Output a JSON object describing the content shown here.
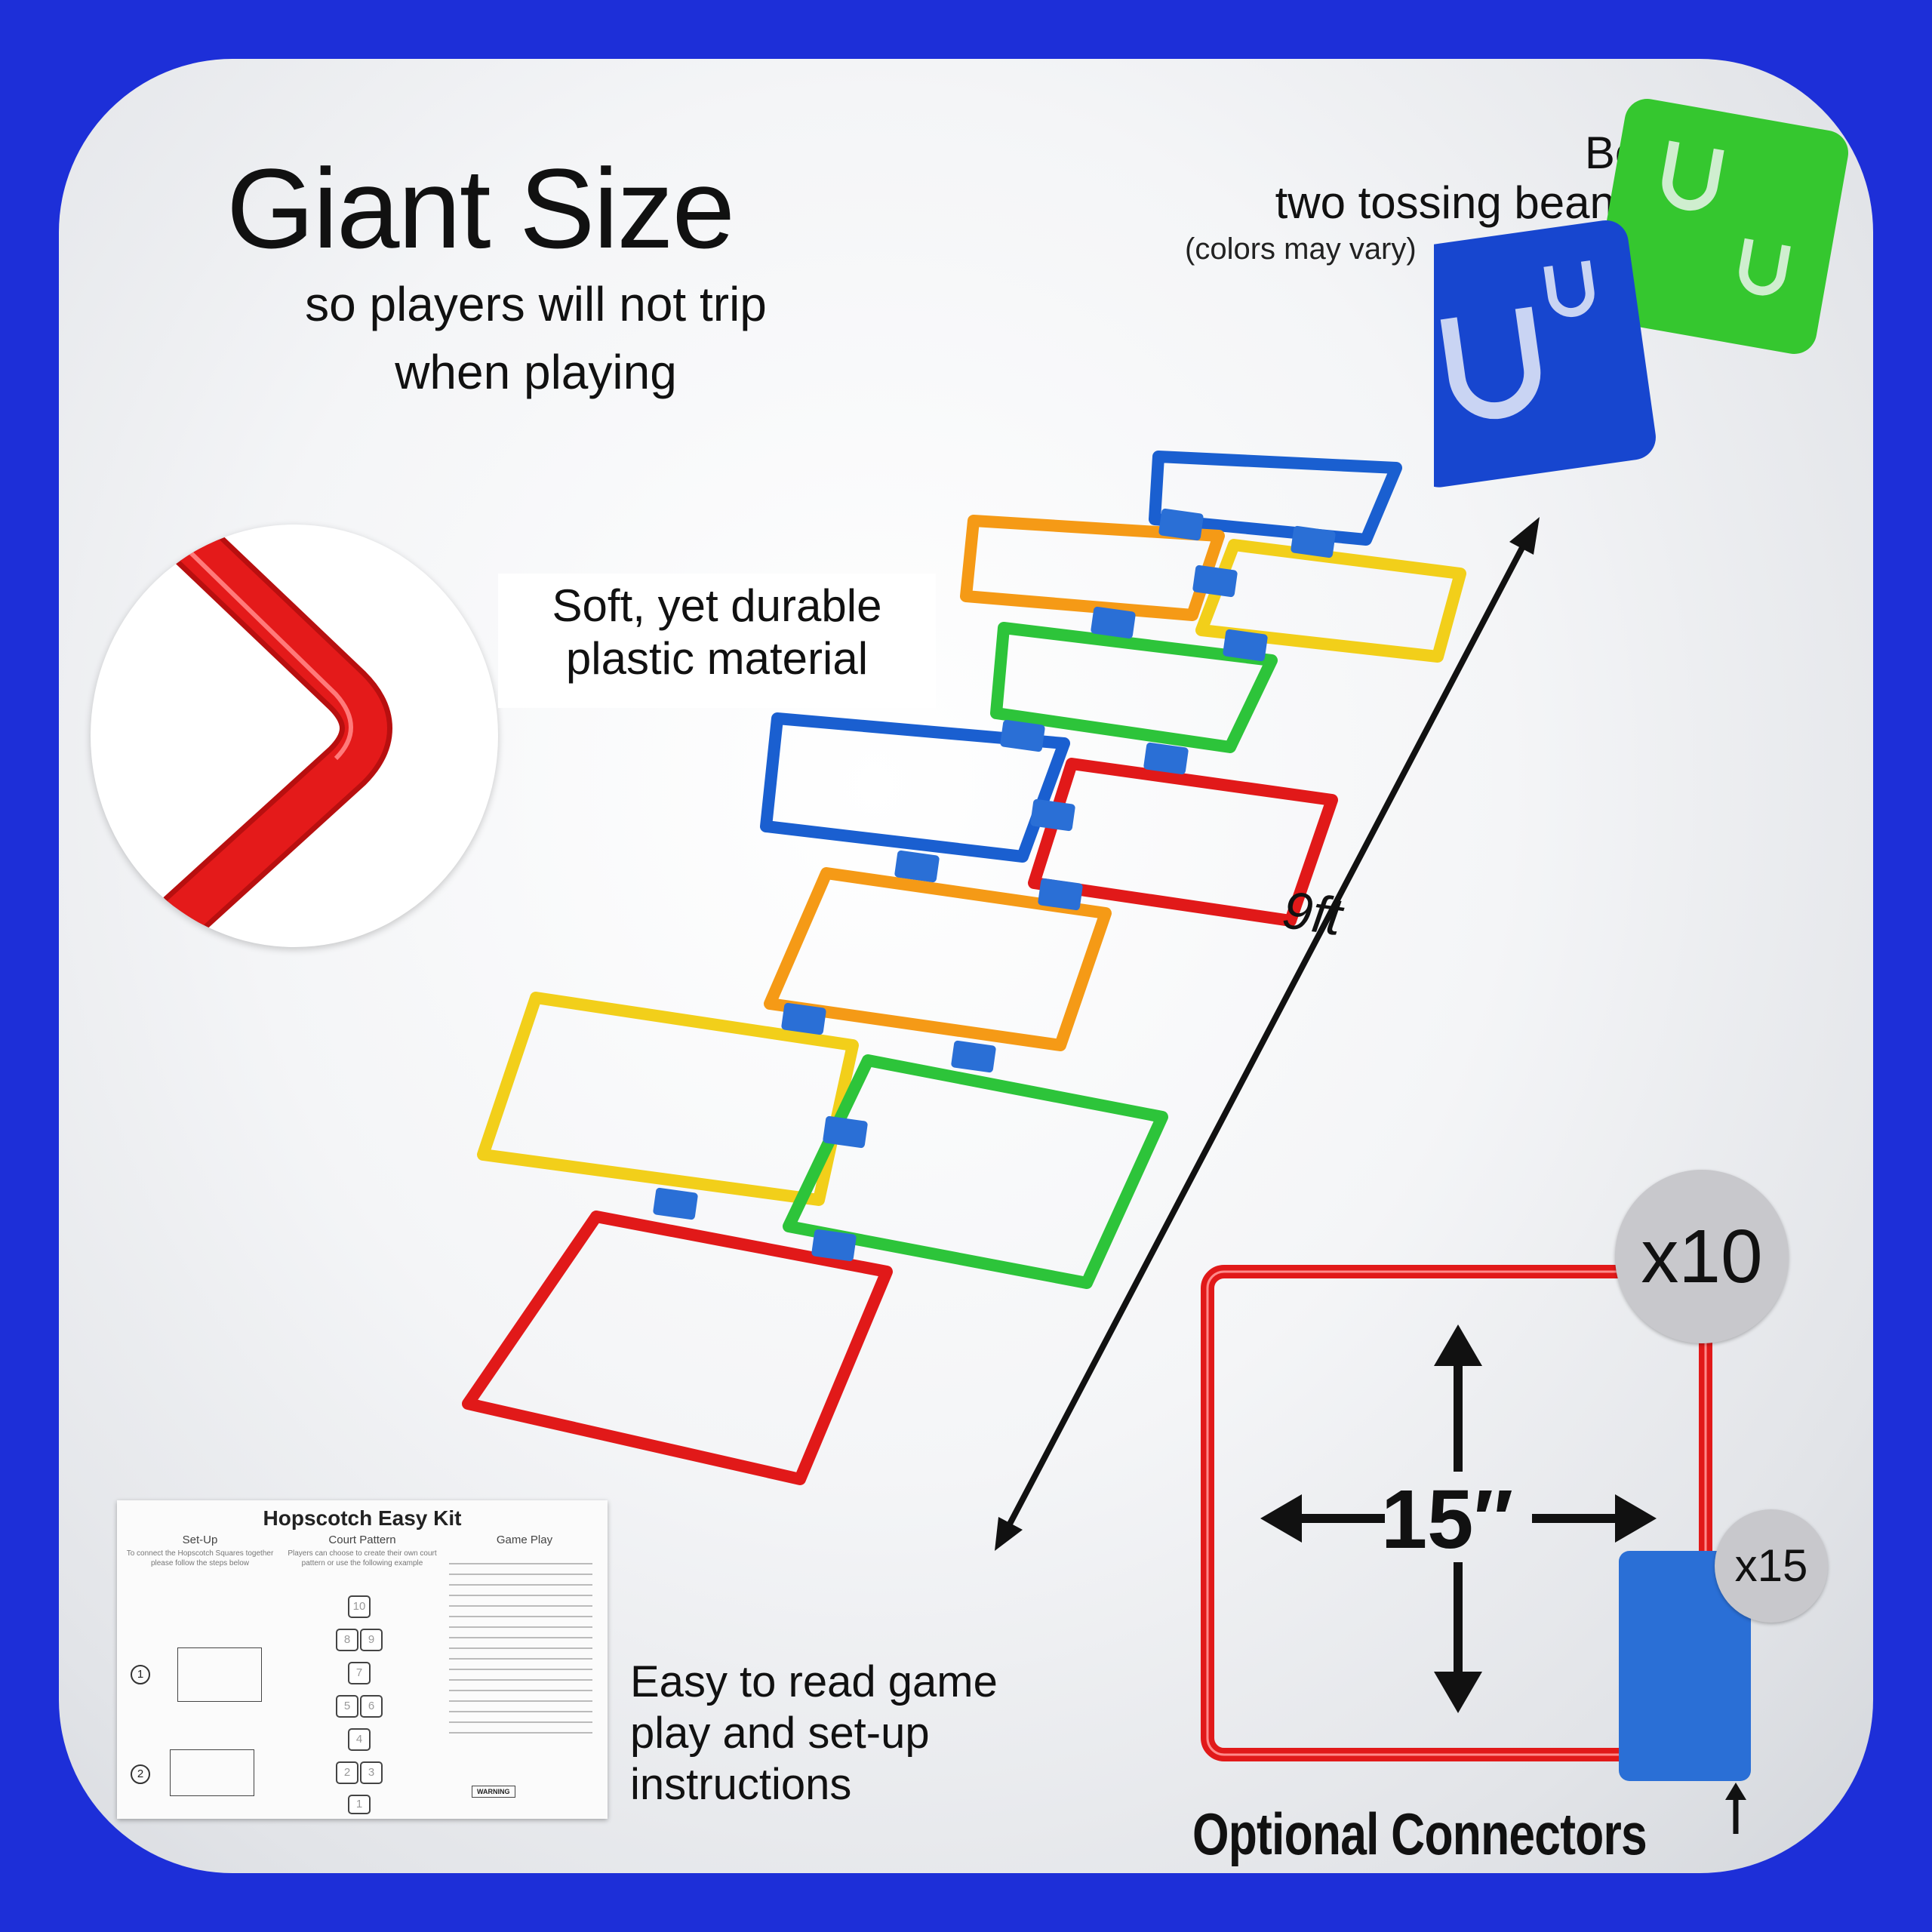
{
  "headline": {
    "title": "Giant Size",
    "line1": "so players will not trip",
    "line2": "when playing"
  },
  "material": {
    "line1": "Soft, yet durable",
    "line2": "plastic material"
  },
  "bonus": {
    "line1": "Bonus",
    "line2": "two tossing beanbags",
    "note": "(colors may vary)"
  },
  "length_label": "9ft",
  "instructions_caption": {
    "line1": "Easy to read game",
    "line2": "play and set-up",
    "line3": "instructions"
  },
  "sheet": {
    "title": "Hopscotch Easy Kit",
    "setup_header": "Set-Up",
    "setup_intro": "To connect the Hopscotch Squares together please follow the steps below",
    "court_header": "Court Pattern",
    "court_intro": "Players can choose to create their own court pattern or use the following example",
    "game_header": "Game Play",
    "court_numbers": [
      "10",
      "8",
      "9",
      "7",
      "5",
      "6",
      "4",
      "2",
      "3",
      "1"
    ],
    "steps": [
      "1",
      "2"
    ],
    "warning": "WARNING"
  },
  "square": {
    "size_label": "15″",
    "count_badge": "x10",
    "connector_badge": "x15",
    "connectors_label": "Optional Connectors"
  },
  "colors": {
    "frame": "#1d2fd8",
    "red": "#e11919",
    "blue": "#1a5fd0",
    "green": "#2dc43a",
    "yellow": "#f2cf1a",
    "orange": "#f59a16",
    "connector": "#2a6fd6"
  }
}
